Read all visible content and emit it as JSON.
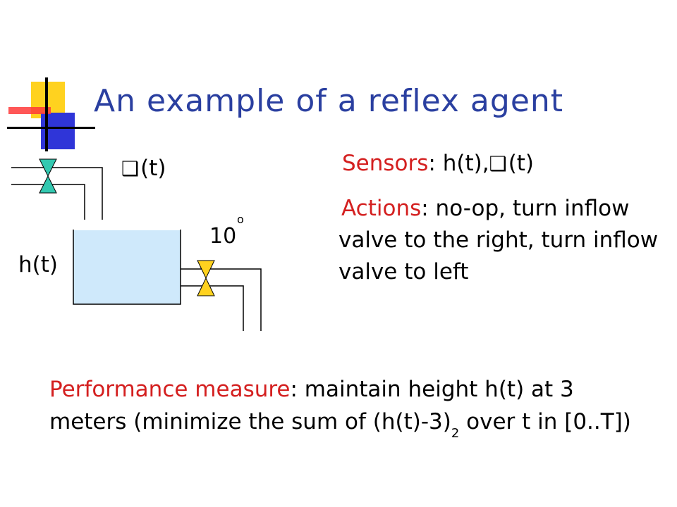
{
  "slide": {
    "title": "An example of a reflex agent",
    "colors": {
      "title": "#2a3fa0",
      "keyword_red": "#d42020",
      "keyword_blue": "#2a3fa0",
      "tank_water": "#cfe9fb",
      "inflow_valve": "#33c8b0",
      "outflow_valve": "#ffd21f"
    }
  },
  "diagram": {
    "theta_label": "(t)",
    "temperature_value": "10",
    "degree_symbol": "o",
    "height_label": "h(t)",
    "icons": [
      "theta-box-icon",
      "inflow-valve-icon",
      "outflow-valve-icon",
      "water-tank",
      "slide-logo"
    ]
  },
  "sensors": {
    "keyword": "Sensors",
    "text": ": h(t),",
    "text2": "(t)"
  },
  "actions": {
    "keyword": "Actions",
    "text": ": no-op, turn inflow valve to the right, turn inflow valve to left"
  },
  "performance": {
    "keyword": "Performance measure",
    "text1": ": maintain height h(t) at 3 meters (minimize the sum of (h(t)-3)",
    "superscript": "2",
    "text2": " over t in [0..T])"
  }
}
